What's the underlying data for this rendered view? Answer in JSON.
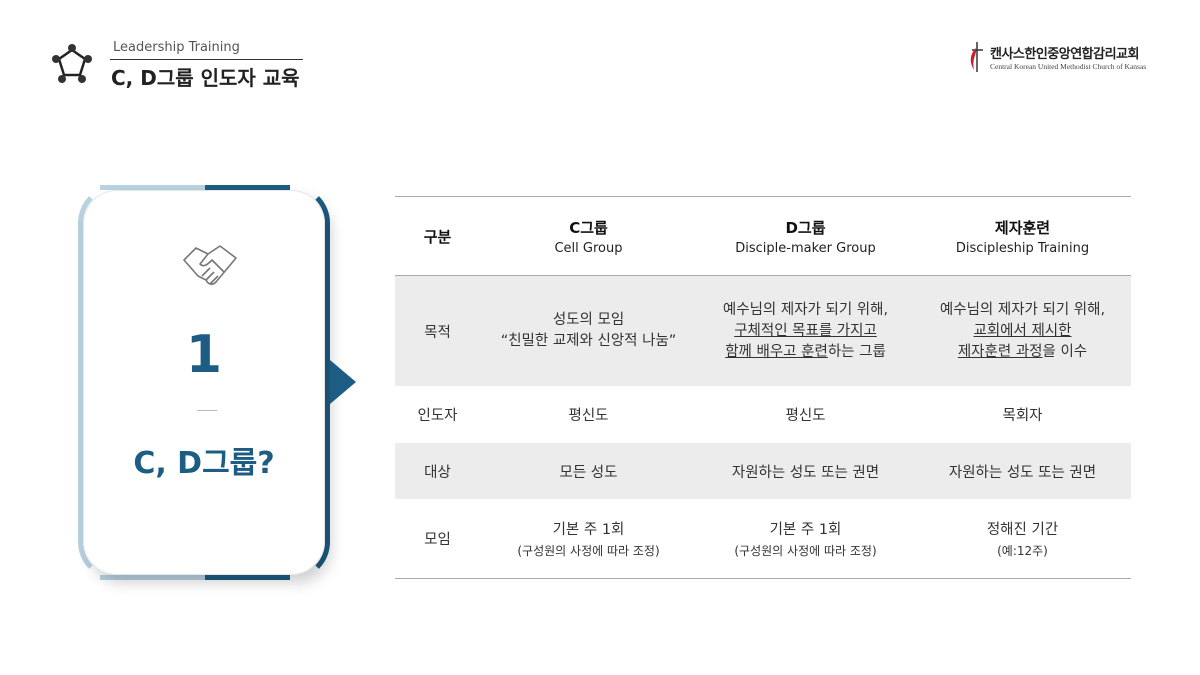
{
  "header": {
    "subtitle": "Leadership Training",
    "title": "C, D그룹 인도자 교육"
  },
  "church": {
    "name_kr": "캔사스한인중앙연합감리교회",
    "name_en": "Central Korean United Methodist Church of Kansas"
  },
  "card": {
    "icon": "handshake-icon",
    "number": "1",
    "question": "C, D그룹?"
  },
  "colors": {
    "accent": "#1d5d83",
    "accent_light": "#b8d2e0",
    "row_gray": "#ececec"
  },
  "table": {
    "headers": [
      {
        "title": "구분",
        "sub": ""
      },
      {
        "title": "C그룹",
        "sub": "Cell Group"
      },
      {
        "title": "D그룹",
        "sub": "Disciple-maker Group"
      },
      {
        "title": "제자훈련",
        "sub": "Discipleship Training"
      }
    ],
    "purpose": {
      "label": "목적",
      "c": [
        "성도의 모임",
        "“친밀한 교제와 신앙적 나눔”"
      ],
      "d": {
        "l1": "예수님의 제자가 되기 위해,",
        "l2": "구체적인 목표를 가지고",
        "l3u": "함께 배우고 훈련",
        "l3": "하는 그룹"
      },
      "t": {
        "l1": "예수님의 제자가 되기 위해,",
        "l2": "교회에서 제시한",
        "l3u": "제자훈련 과정",
        "l3": "을 이수"
      }
    },
    "leader": {
      "label": "인도자",
      "c": "평신도",
      "d": "평신도",
      "t": "목회자"
    },
    "target": {
      "label": "대상",
      "c": "모든 성도",
      "d": "자원하는 성도 또는 권면",
      "t": "자원하는 성도 또는 권면"
    },
    "meeting": {
      "label": "모임",
      "c": [
        "기본 주 1회",
        "(구성원의 사정에 따라 조정)"
      ],
      "d": [
        "기본 주 1회",
        "(구성원의 사정에 따라 조정)"
      ],
      "t": [
        "정해진 기간",
        "(예:12주)"
      ]
    }
  }
}
